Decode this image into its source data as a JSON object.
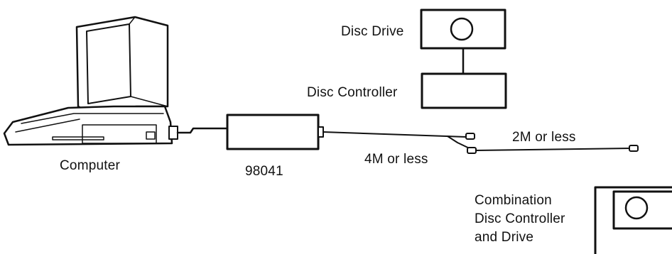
{
  "labels": {
    "computer": "Computer",
    "interface": "98041",
    "disc_drive": "Disc Drive",
    "disc_controller": "Disc Controller",
    "cable_main": "4M or less",
    "cable_branch": "2M or less",
    "combination_line1": "Combination",
    "combination_line2": "Disc Controller",
    "combination_line3": "and Drive"
  },
  "colors": {
    "ink": "#111111",
    "background": "#ffffff"
  }
}
